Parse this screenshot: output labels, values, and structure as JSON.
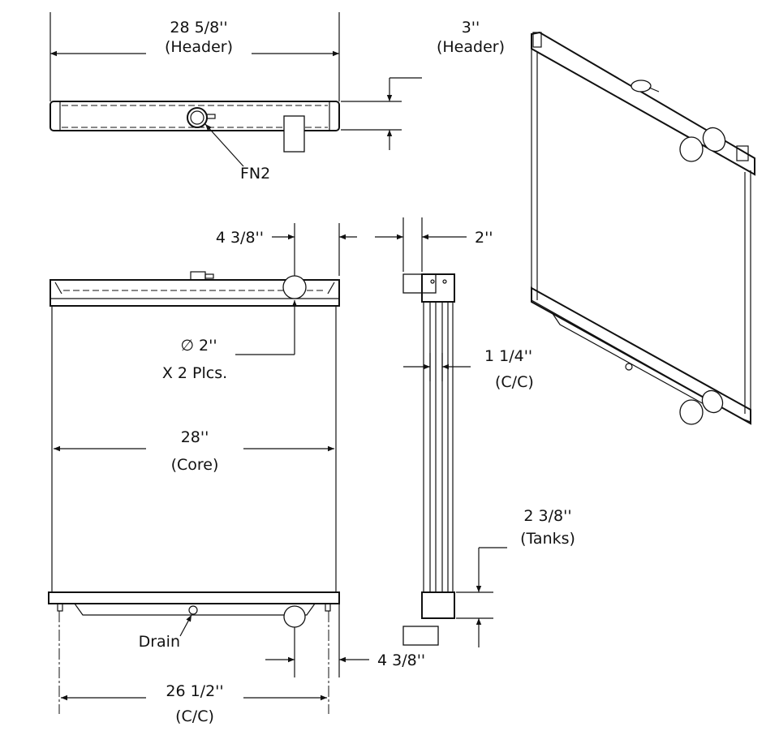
{
  "labels": {
    "header_width": "28 5/8''",
    "header_width_note": "(Header)",
    "header_height": "3''",
    "header_height_note": "(Header)",
    "fn2": "FN2",
    "outlet_offset_top": "4 3/8''",
    "side_depth": "2''",
    "outlet_diameter": "∅ 2''",
    "outlet_qty": "X 2 Plcs.",
    "tube_spacing": "1 1/4''",
    "tube_spacing_note": "(C/C)",
    "core_width": "28''",
    "core_width_note": "(Core)",
    "tank_depth": "2 3/8''",
    "tank_depth_note": "(Tanks)",
    "drain": "Drain",
    "outlet_offset_bottom": "4 3/8''",
    "mount_spacing": "26 1/2''",
    "mount_spacing_note": "(C/C)"
  }
}
